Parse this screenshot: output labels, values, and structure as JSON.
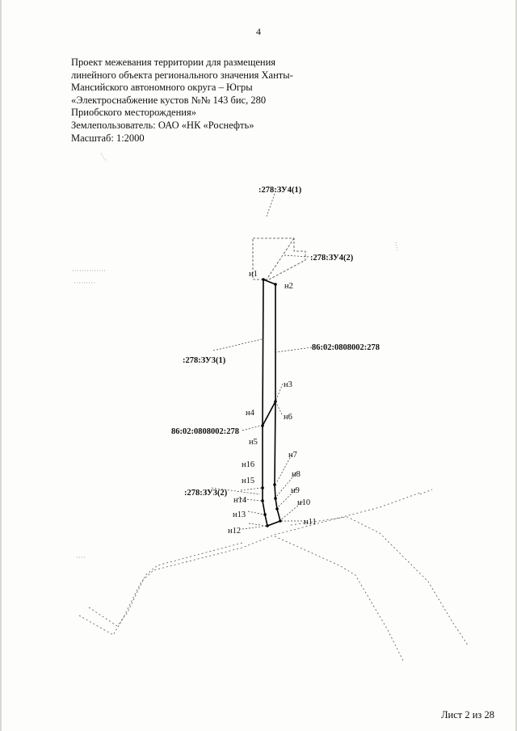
{
  "page_number": "4",
  "header": {
    "lines": [
      "Проект межевания территории для размещения",
      "линейного объекта регионального значения Ханты-",
      "Мансийского автономного округа – Югры",
      "«Электроснабжение кустов №№ 143 бис, 280",
      "Приобского месторождения»",
      "Землепользователь: ОАО «НК «Роснефть»",
      "Масштаб: 1:2000"
    ]
  },
  "map": {
    "parcel_labels": {
      "zu4_1": ":278:ЗУ4(1)",
      "zu4_2": ":278:ЗУ4(2)",
      "zu3_1": ":278:ЗУ3(1)",
      "zu3_2": ":278:ЗУ3(2)",
      "cadastral_right": "86:02:0808002:278",
      "cadastral_left": "86:02:0808002:278"
    },
    "points": {
      "n1": "н1",
      "n2": "н2",
      "n3": "н3",
      "n4": "н4",
      "n5": "н5",
      "n6": "н6",
      "n7": "н7",
      "n8": "н8",
      "n9": "н9",
      "n10": "н10",
      "n11": "н11",
      "n12": "н12",
      "n13": "н13",
      "n14": "н14",
      "n15": "н15",
      "n16": "н16"
    }
  },
  "footer": {
    "sheet": "Лист 2 из 28"
  }
}
